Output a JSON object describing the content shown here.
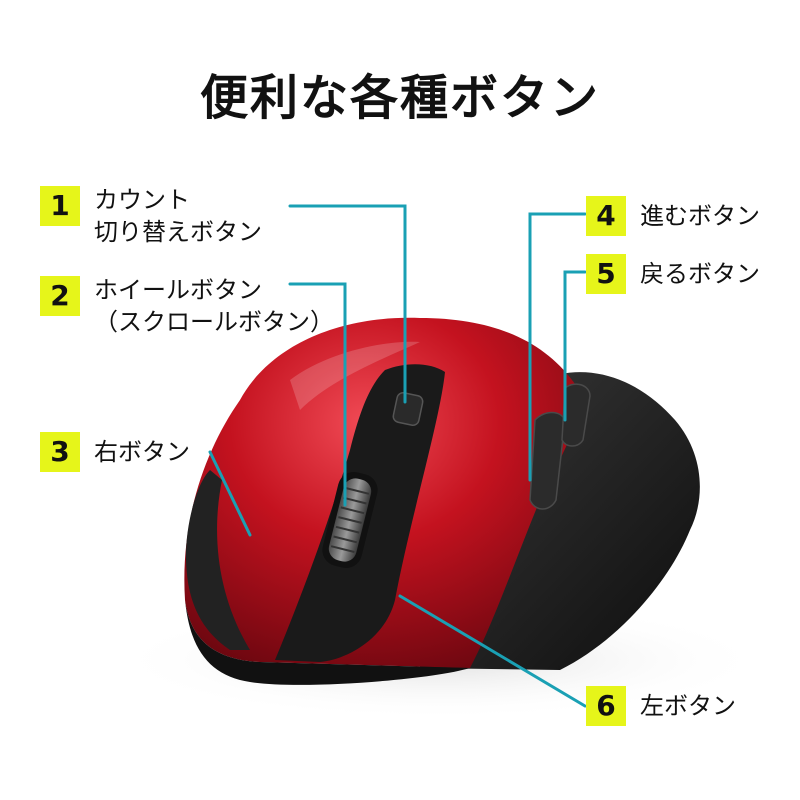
{
  "title": "便利な各種ボタン",
  "colors": {
    "accent": "#e6f51a",
    "leader_line": "#1aa0b4",
    "mouse_red": "#c4121f",
    "mouse_black": "#1a1a1a"
  },
  "callouts": [
    {
      "number": "1",
      "lines": [
        "カウント",
        "切り替えボタン"
      ]
    },
    {
      "number": "2",
      "lines": [
        "ホイールボタン",
        "（スクロールボタン）"
      ]
    },
    {
      "number": "3",
      "lines": [
        "右ボタン"
      ]
    },
    {
      "number": "4",
      "lines": [
        "進むボタン"
      ]
    },
    {
      "number": "5",
      "lines": [
        "戻るボタン"
      ]
    },
    {
      "number": "6",
      "lines": [
        "左ボタン"
      ]
    }
  ]
}
